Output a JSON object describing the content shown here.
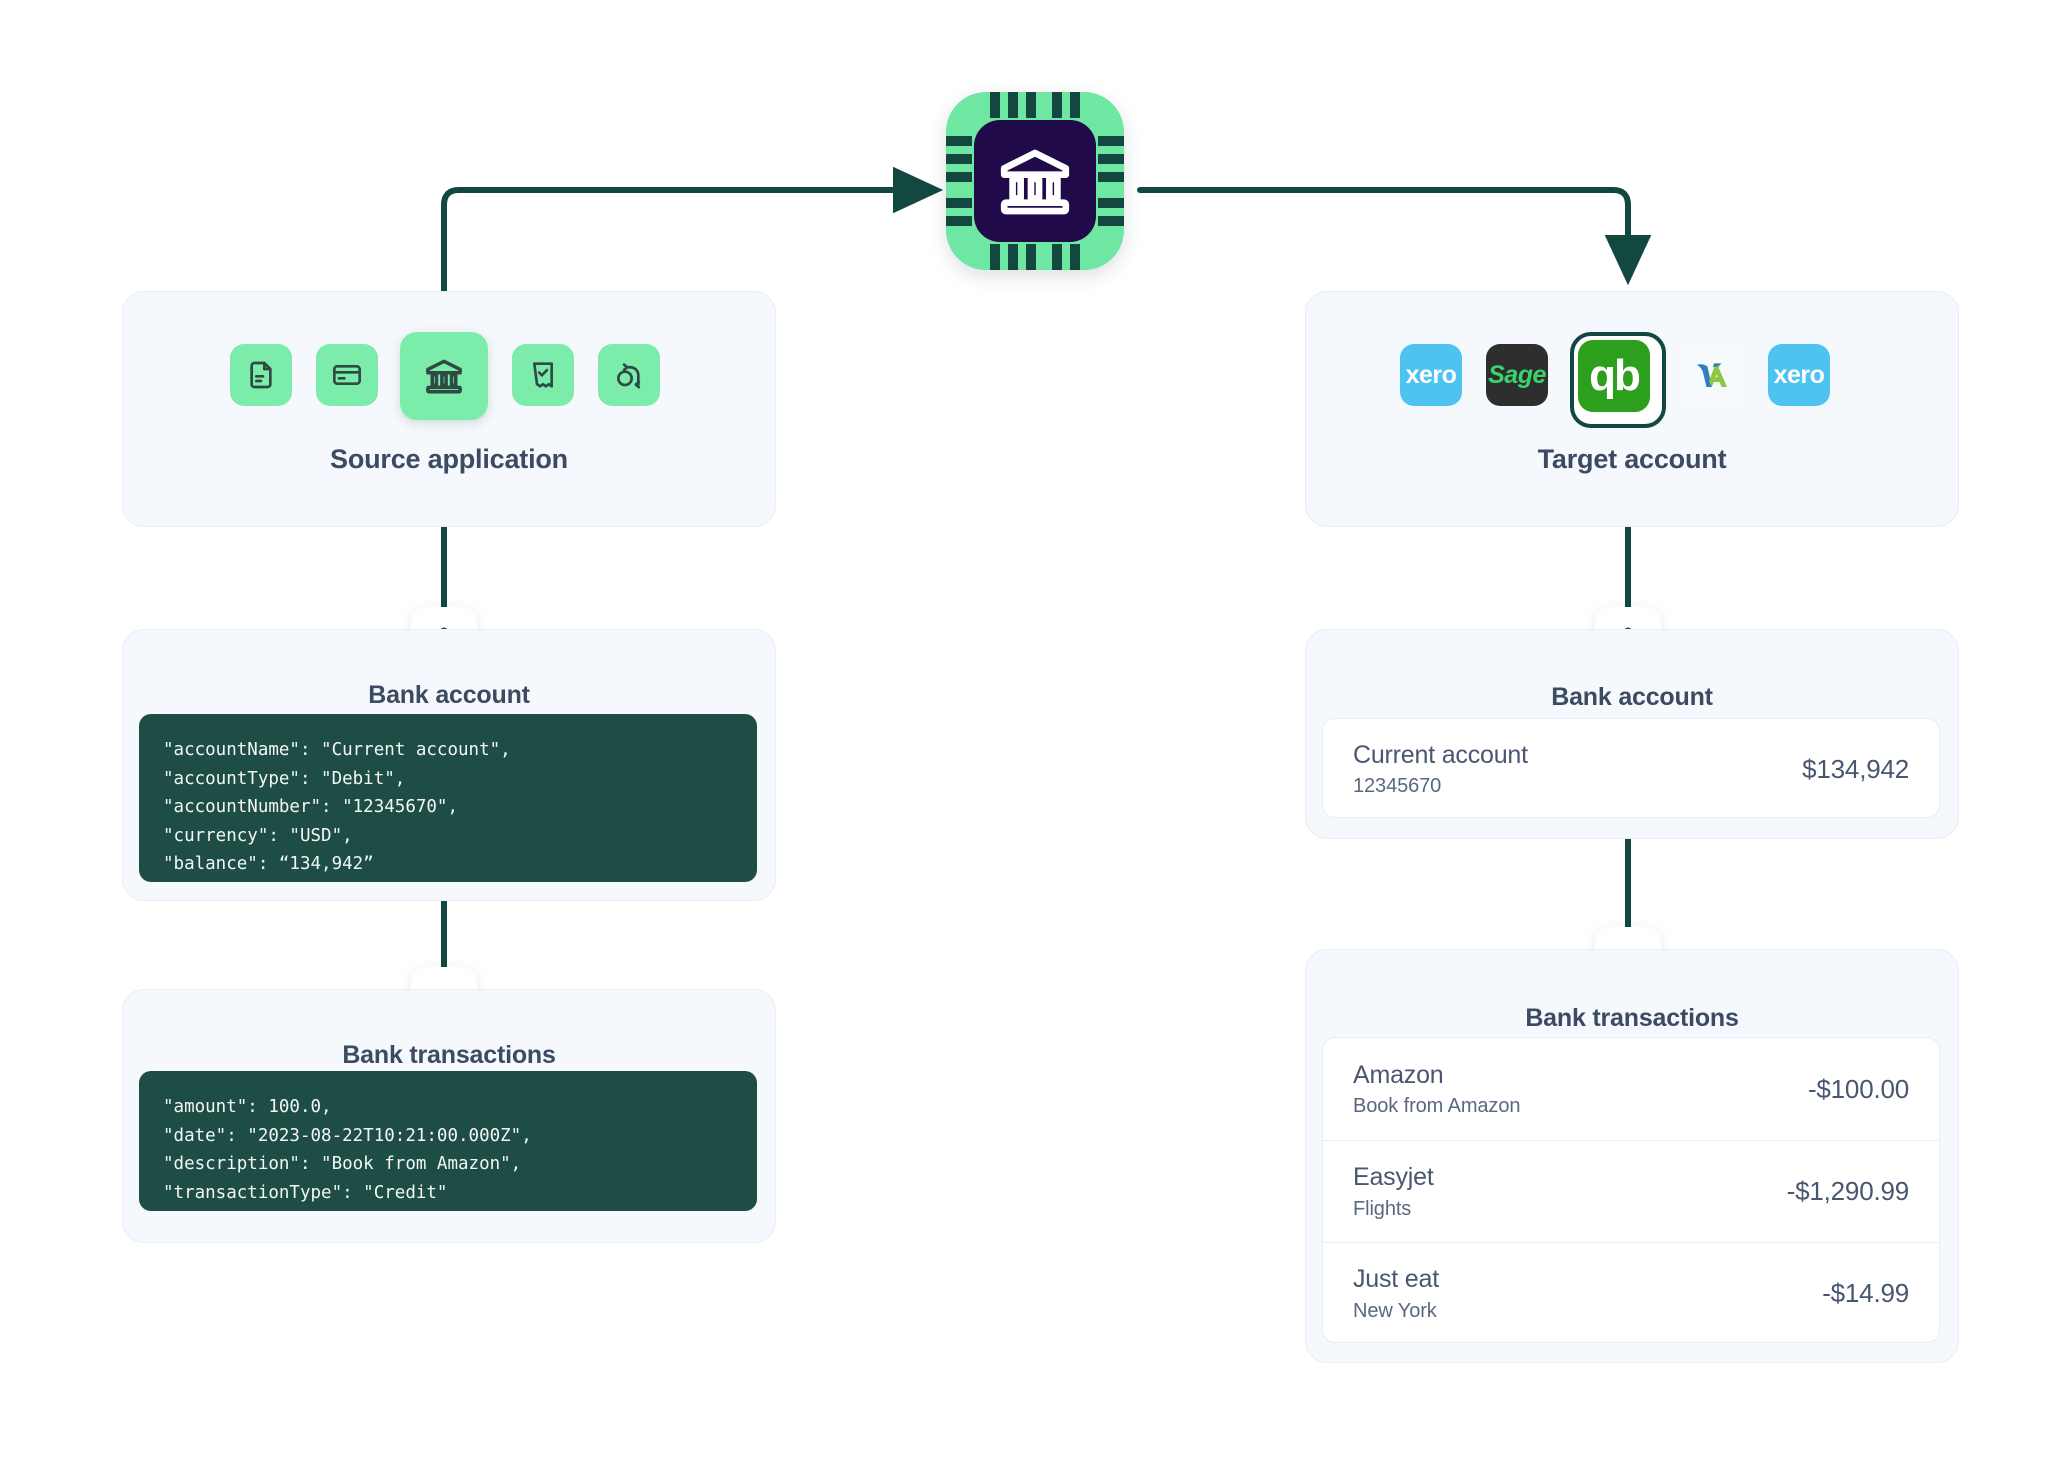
{
  "diagram": {
    "hub": {
      "icon": "bank-icon",
      "style": "chip-badge"
    },
    "arrow_color": "#12483F",
    "accent_green": "#6EE7A3",
    "dark_navy": "#210A4A",
    "code_bg": "#1E4D46",
    "panel_bg": "#F5F8FC",
    "text_color": "#3C4A62"
  },
  "source": {
    "title": "Source application",
    "apps": [
      {
        "name": "document-icon",
        "selected": false
      },
      {
        "name": "credit-card-icon",
        "selected": false
      },
      {
        "name": "bank-icon",
        "selected": true
      },
      {
        "name": "receipt-check-icon",
        "selected": false
      },
      {
        "name": "sync-icon",
        "selected": false
      }
    ],
    "bank_account": {
      "badge_icon": "bank-icon",
      "title": "Bank account",
      "code": "\"accountName\": \"Current account\",\n\"accountType\": \"Debit\",\n\"accountNumber\": \"12345670\",\n\"currency\": \"USD\",\n\"balance\": “134,942”"
    },
    "bank_transactions": {
      "badge_icon": "banknote-icon",
      "title": "Bank transactions",
      "code": "\"amount\": 100.0,\n\"date\": \"2023-08-22T10:21:00.000Z\",\n\"description\": \"Book from Amazon\",\n\"transactionType\": \"Credit\""
    }
  },
  "target": {
    "title": "Target account",
    "logos": [
      {
        "name": "xero-logo",
        "label": "xero",
        "selected": false
      },
      {
        "name": "sage-logo",
        "label": "Sage",
        "selected": false
      },
      {
        "name": "quickbooks-logo",
        "label": "qb",
        "selected": true
      },
      {
        "name": "freeagent-logo",
        "label": "",
        "selected": false
      },
      {
        "name": "xero-logo",
        "label": "xero",
        "selected": false
      }
    ],
    "bank_account": {
      "badge_icon": "bank-icon",
      "title": "Bank account",
      "account": {
        "name": "Current account",
        "number": "12345670",
        "balance": "$134,942"
      }
    },
    "bank_transactions": {
      "badge_icon": "banknote-icon",
      "title": "Bank transactions",
      "items": [
        {
          "name": "Amazon",
          "description": "Book from Amazon",
          "amount": "-$100.00"
        },
        {
          "name": "Easyjet",
          "description": "Flights",
          "amount": "-$1,290.99"
        },
        {
          "name": "Just eat",
          "description": "New York",
          "amount": "-$14.99"
        }
      ]
    }
  }
}
